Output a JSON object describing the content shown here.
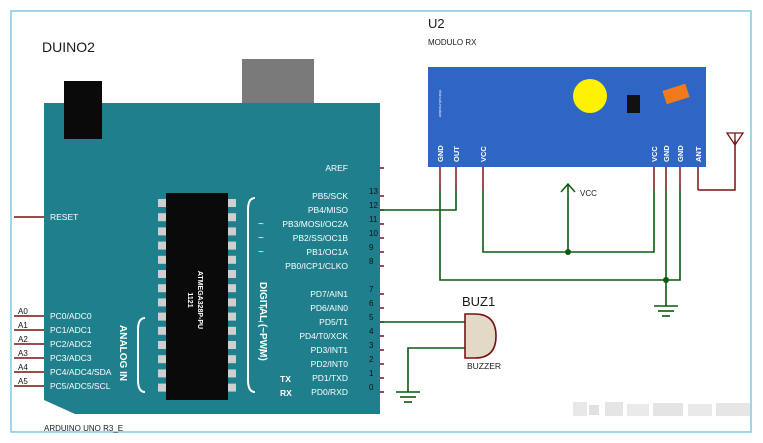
{
  "arduino": {
    "designator": "DUINO2",
    "model": "ARDUINO UNO R3_E",
    "chip_label": "ATMEGA328P-PU",
    "chip_code": "1121",
    "aref": "AREF",
    "reset": "RESET",
    "analog_group": "ANALOG IN",
    "digital_group": "DIGITAL (~PWM)",
    "tx": "TX",
    "rx": "RX",
    "pwm_mark": "~",
    "analog_pins": [
      {
        "num": "A0",
        "name": "PC0/ADC0"
      },
      {
        "num": "A1",
        "name": "PC1/ADC1"
      },
      {
        "num": "A2",
        "name": "PC2/ADC2"
      },
      {
        "num": "A3",
        "name": "PC3/ADC3"
      },
      {
        "num": "A4",
        "name": "PC4/ADC4/SDA"
      },
      {
        "num": "A5",
        "name": "PC5/ADC5/SCL"
      }
    ],
    "digital_pins": [
      {
        "num": "13",
        "name": "PB5/SCK",
        "pwm": false
      },
      {
        "num": "12",
        "name": "PB4/MISO",
        "pwm": false
      },
      {
        "num": "11",
        "name": "PB3/MOSI/OC2A",
        "pwm": true
      },
      {
        "num": "10",
        "name": "PB2/SS/OC1B",
        "pwm": true
      },
      {
        "num": "9",
        "name": "PB1/OC1A",
        "pwm": true
      },
      {
        "num": "8",
        "name": "PB0/ICP1/CLKO",
        "pwm": false
      },
      {
        "num": "7",
        "name": "PD7/AIN1",
        "pwm": false
      },
      {
        "num": "6",
        "name": "PD6/AIN0",
        "pwm": true
      },
      {
        "num": "5",
        "name": "PD5/T1",
        "pwm": true
      },
      {
        "num": "4",
        "name": "PD4/T0/XCK",
        "pwm": false
      },
      {
        "num": "3",
        "name": "PD3/INT1",
        "pwm": true
      },
      {
        "num": "2",
        "name": "PD2/INT0",
        "pwm": false
      },
      {
        "num": "1",
        "name": "PD1/TXD",
        "pwm": false
      },
      {
        "num": "0",
        "name": "PD0/RXD",
        "pwm": false
      }
    ]
  },
  "rx_module": {
    "designator": "U2",
    "name": "MODULO RX",
    "pins": [
      "GND",
      "OUT",
      "VCC",
      "VCC",
      "GND",
      "GND",
      "ANT"
    ]
  },
  "vcc_label": "VCC",
  "buzzer": {
    "designator": "BUZ1",
    "name": "BUZZER"
  },
  "colors": {
    "board": "#1f7f8c",
    "module": "#2f66c5",
    "wire": "#0b5a10",
    "pin_stub": "#7a1212",
    "chip": "#0a0a0a",
    "frame": "#7ec8e3"
  }
}
